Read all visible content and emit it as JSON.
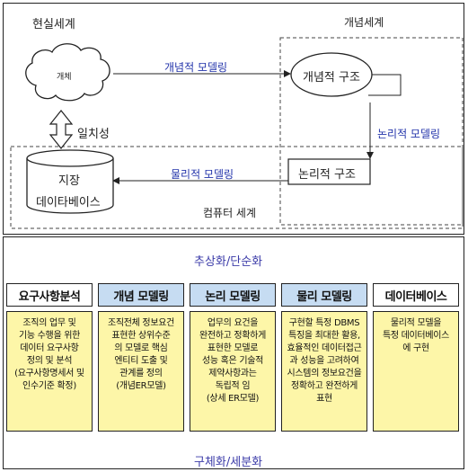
{
  "top": {
    "real_world": "현실세계",
    "concept_world": "개념세계",
    "entity": "개체",
    "conceptual_modeling": "개념적 모델링",
    "conceptual_structure": "개념적 구조",
    "consistency": "일치성",
    "logical_modeling": "논리적 모델링",
    "physical_modeling": "물리적 모델링",
    "logical_structure": "논리적 구조",
    "storage_line1": "지장",
    "storage_line2": "데이타베이스",
    "computer_world": "컴퓨터 세계"
  },
  "bottom": {
    "abstraction": "추상화/단순화",
    "concretization": "구체화/세분화",
    "stages": [
      {
        "title": "요구사항분석",
        "lines": [
          "조직의 업무 및",
          "기능 수행을 위한",
          "데이터 요구사항",
          "정의 및 분석",
          "(요구사항명세서 및",
          "인수기준 확정)"
        ]
      },
      {
        "title": "개념 모델링",
        "lines": [
          "조직전체 정보요건",
          "표현한 상위수준",
          "의 모델로 핵심",
          "엔티티 도출 및",
          "관계를 정의",
          "(개념ER모델)"
        ]
      },
      {
        "title": "논리 모델링",
        "lines": [
          "업무의 요건을",
          "완전하고 정확하게",
          "표현한 모델로",
          "성능 혹은 기술적",
          "제약사항과는",
          "독립적 임",
          "(상세 ER모델)"
        ]
      },
      {
        "title": "물리 모델링",
        "lines": [
          "구현할 특정 DBMS",
          "특징을 최대한 활용,",
          "효율적인 데이터접근",
          "과 성능을 고려하여",
          "시스템의 정보요건을",
          "정확하고 완전하게",
          "표현"
        ]
      },
      {
        "title": "데이터베이스",
        "lines": [
          "물리적 모델을",
          "특정 데이터베이스",
          "에 구현"
        ]
      }
    ]
  },
  "colors": {
    "arrow": "#d633b8",
    "blue_text": "#2233aa",
    "header_blue": "#c6dcf2",
    "desc_yellow": "#fdf6a8"
  }
}
